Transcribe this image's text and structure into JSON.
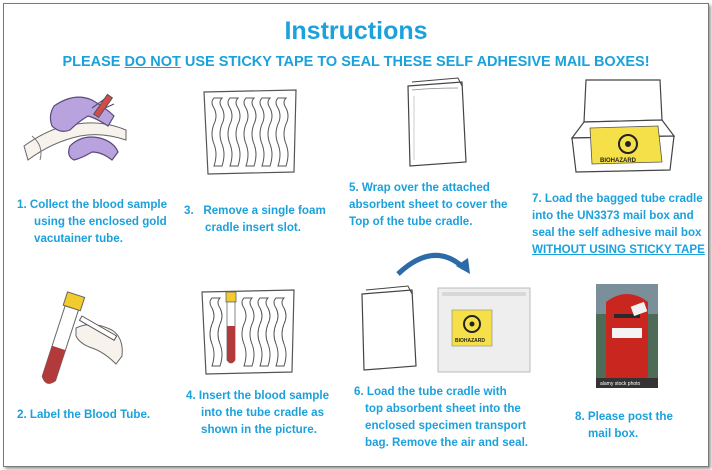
{
  "header": {
    "title": "Instructions",
    "warning_pre": "PLEASE ",
    "warning_emph": "DO NOT",
    "warning_post": " USE STICKY TAPE TO SEAL THESE SELF ADHESIVE MAIL BOXES!"
  },
  "steps": [
    {
      "lines": [
        "1. Collect the blood sample",
        "using the enclosed gold",
        "vacutainer tube."
      ]
    },
    {
      "lines": [
        "3.   Remove a single foam",
        "cradle insert slot."
      ]
    },
    {
      "lines": [
        "5. Wrap over the attached",
        "absorbent sheet to cover the",
        "Top of the tube cradle."
      ]
    },
    {
      "lines": [
        "7. Load the bagged tube cradle",
        "into the UN3373 mail box and",
        "seal the self adhesive mail box",
        "WITHOUT USING STICKY TAPE"
      ]
    },
    {
      "lines": [
        "2. Label the Blood Tube."
      ]
    },
    {
      "lines": [
        "4. Insert the blood sample",
        "into the tube cradle as",
        "shown in the picture."
      ]
    },
    {
      "lines": [
        "6. Load the tube cradle with",
        "top absorbent sheet into the",
        "enclosed specimen transport",
        "bag. Remove the air and seal."
      ]
    },
    {
      "lines": [
        "8. Please post the",
        "mail box."
      ]
    }
  ],
  "images": {
    "biohazard_label": "BIOHAZARD",
    "stock_watermark": "alamy stock photo"
  },
  "colors": {
    "text_accent": "#1ba1dc",
    "arrow": "#2c6aa8",
    "glove": "#b9a3de",
    "tube_cap_gold": "#f2cb2e",
    "biohazard_yellow": "#f5e04a",
    "postbox_red": "#c9261f"
  },
  "icons": [
    "gloved-hands-blood-draw-icon",
    "foam-cradle-icon",
    "absorbent-sheet-icon",
    "open-mailbox-icon",
    "labelled-tube-icon",
    "tube-in-cradle-icon",
    "specimen-bag-icon",
    "curved-arrow-icon",
    "postbox-photo-icon"
  ]
}
